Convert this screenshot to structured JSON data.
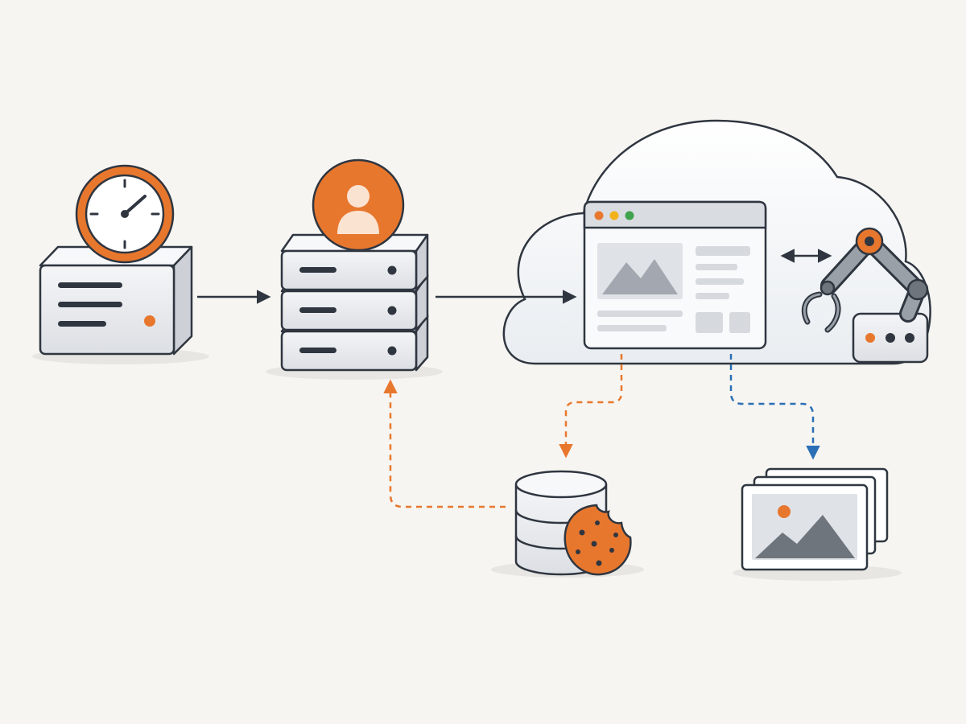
{
  "diagram": {
    "nodes": [
      {
        "id": "scheduler",
        "icon": "clock-icon",
        "device": "server-box"
      },
      {
        "id": "user-server",
        "icon": "user-icon",
        "device": "server-stack"
      },
      {
        "id": "cloud",
        "icon": "cloud-icon"
      },
      {
        "id": "browser-window",
        "icon": "browser-window-icon"
      },
      {
        "id": "robot-arm",
        "icon": "robot-arm-icon"
      },
      {
        "id": "cookie-database",
        "icon": "database-icon",
        "badge": "cookie-icon"
      },
      {
        "id": "image-gallery",
        "icon": "image-stack-icon"
      }
    ],
    "edges": [
      {
        "from": "scheduler",
        "to": "user-server",
        "style": "solid",
        "color": "#2f3640"
      },
      {
        "from": "user-server",
        "to": "browser-window",
        "style": "solid",
        "color": "#2f3640"
      },
      {
        "from": "browser-window",
        "to": "robot-arm",
        "style": "solid",
        "direction": "bidirectional",
        "color": "#2f3640"
      },
      {
        "from": "browser-window",
        "to": "cookie-database",
        "style": "dashed",
        "color": "#e8772e"
      },
      {
        "from": "cookie-database",
        "to": "user-server",
        "style": "dashed",
        "color": "#e8772e"
      },
      {
        "from": "browser-window",
        "to": "image-gallery",
        "style": "dashed",
        "color": "#2a6fb5"
      }
    ],
    "colors": {
      "accent": "#e8772e",
      "outline": "#2f3640",
      "secondary": "#2a6fb5",
      "device_fill": "#eceef1",
      "background": "#f6f5f1"
    }
  }
}
